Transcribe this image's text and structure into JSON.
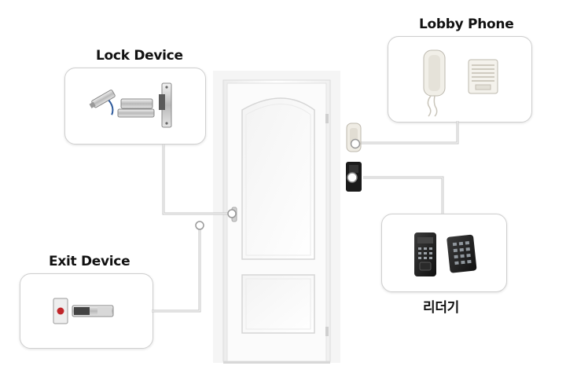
{
  "lock_device": {
    "title": "Lock Device"
  },
  "lobby_phone": {
    "title": "Lobby Phone"
  },
  "exit_device": {
    "title": "Exit Device"
  },
  "reader": {
    "title": "리더기"
  }
}
